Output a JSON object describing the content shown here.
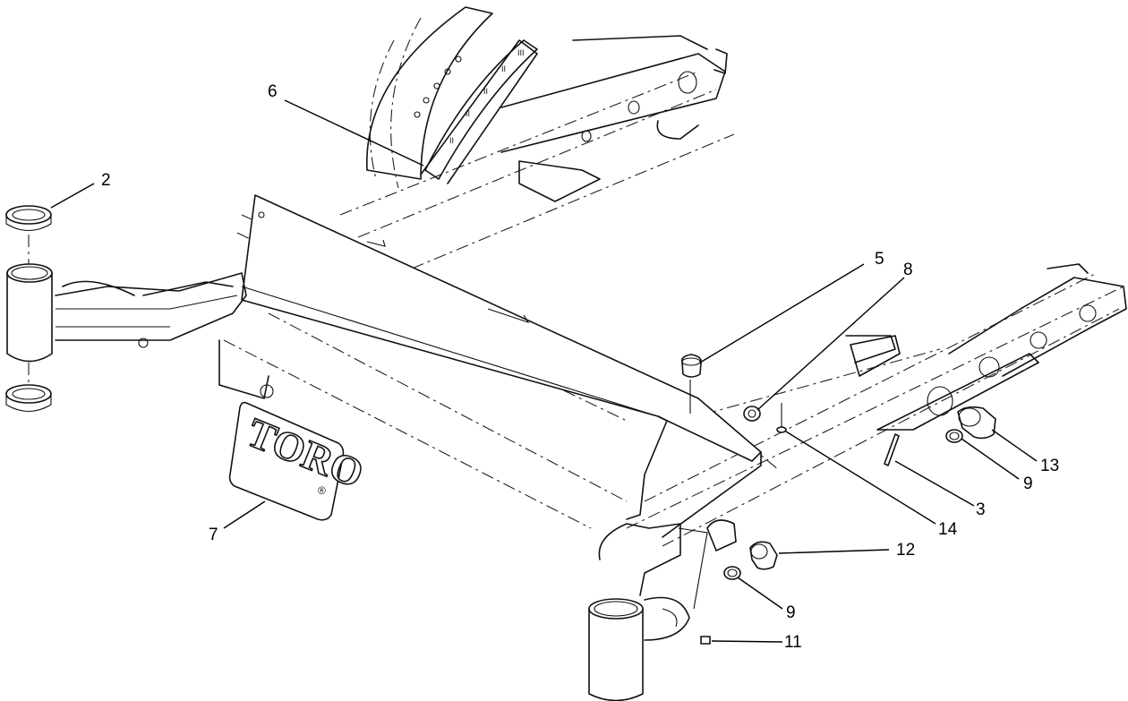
{
  "callouts": [
    {
      "label": "2"
    },
    {
      "label": "6"
    },
    {
      "label": "5"
    },
    {
      "label": "8"
    },
    {
      "label": "13"
    },
    {
      "label": "9"
    },
    {
      "label": "3"
    },
    {
      "label": "14"
    },
    {
      "label": "12"
    },
    {
      "label": "9"
    },
    {
      "label": "11"
    },
    {
      "label": "7"
    }
  ],
  "decal": {
    "brand": "TORO",
    "registered_mark": "®"
  }
}
